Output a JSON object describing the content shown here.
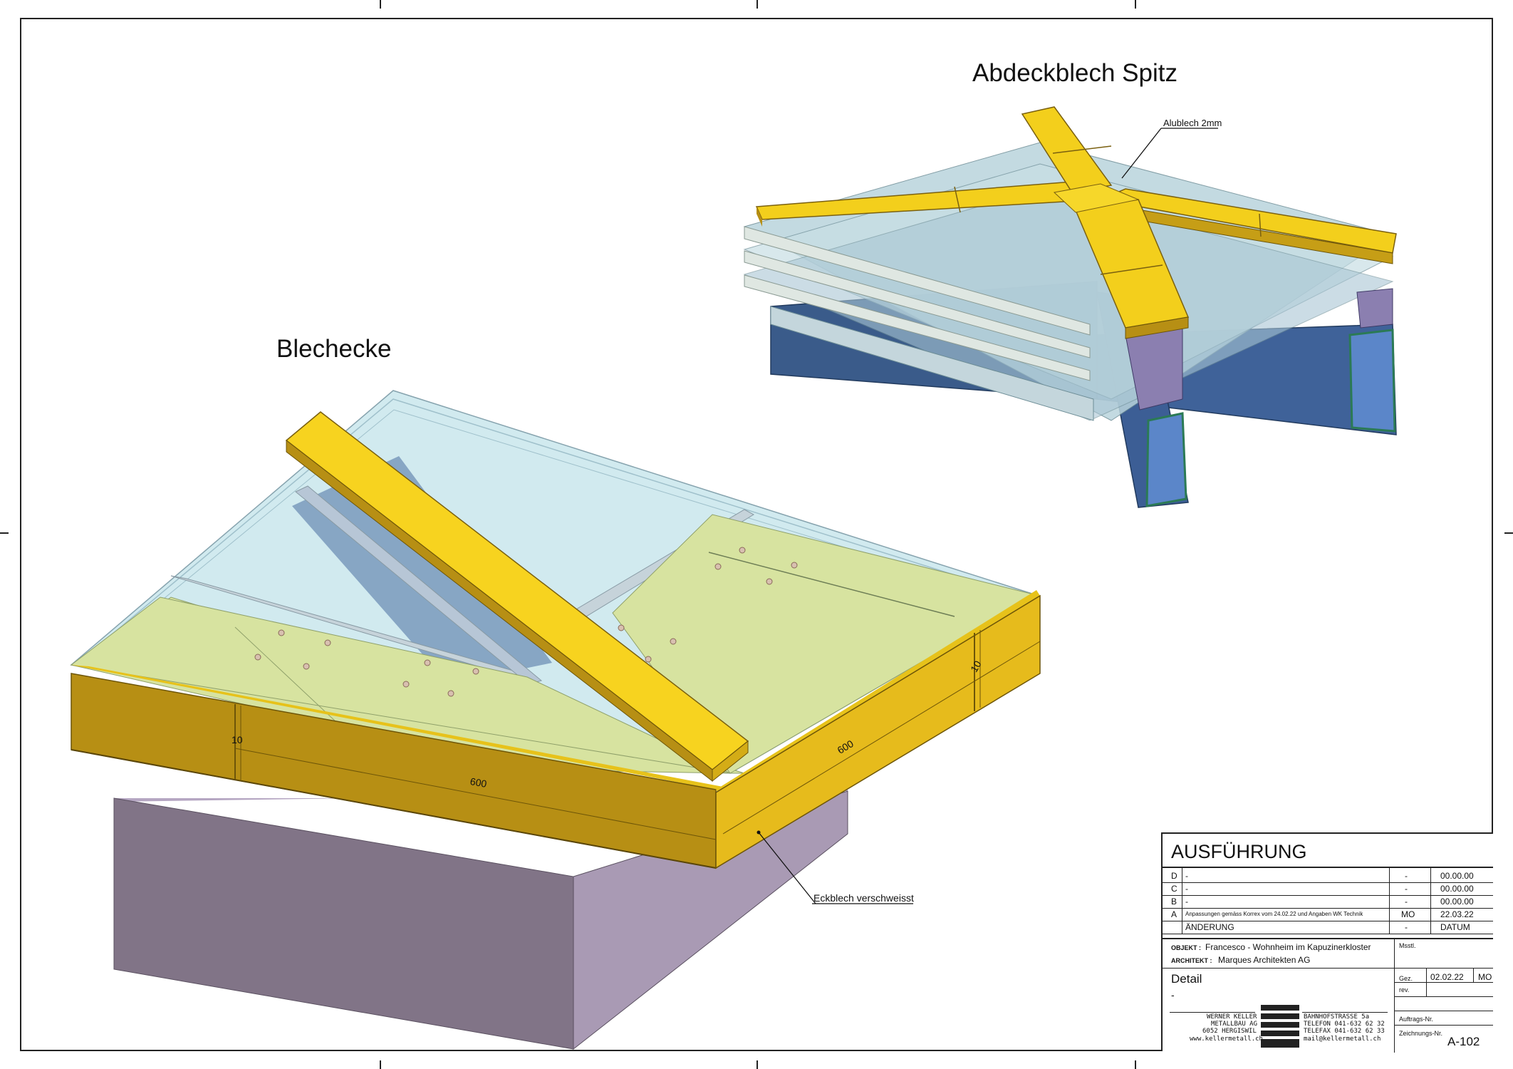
{
  "headings": {
    "blechecke": "Blechecke",
    "abdeckblech": "Abdeckblech Spitz"
  },
  "annotations": {
    "alublech": "Alublech 2mm",
    "eckblech": "Eckblech verschweisst"
  },
  "dimensions": {
    "left_10": "10",
    "left_600": "600",
    "right_600": "600",
    "right_10": "10"
  },
  "title_block": {
    "status": "AUSFÜHRUNG",
    "revisions": [
      {
        "letter": "D",
        "text": "-",
        "by": "-",
        "date": "00.00.00"
      },
      {
        "letter": "C",
        "text": "-",
        "by": "-",
        "date": "00.00.00"
      },
      {
        "letter": "B",
        "text": "-",
        "by": "-",
        "date": "00.00.00"
      },
      {
        "letter": "A",
        "text": "Anpassungen gemäss Korrex vom 24.02.22 und Angaben WK Technik",
        "by": "MO",
        "date": "22.03.22"
      }
    ],
    "rev_header": {
      "label": "ÄNDERUNG",
      "by": "-",
      "date": "DATUM"
    },
    "objekt_label": "OBJEKT :",
    "objekt_value": "Francesco - Wohnheim im Kapuzinerkloster",
    "architekt_label": "ARCHITEKT :",
    "architekt_value": "Marques Architekten AG",
    "msstl_label": "Msstl.",
    "gez_label": "Gez.",
    "gez_date": "02.02.22",
    "gez_by": "MO",
    "rev_label": "rev.",
    "detail_title": "Detail",
    "detail_sub": "-",
    "auftrag_label": "Auftrags-Nr.",
    "zeichnung_label": "Zeichnungs-Nr.",
    "zeichnung_value": "A-102",
    "company": [
      "WERNER KELLER",
      "METALLBAU AG",
      "6052 HERGISWIL",
      "www.kellermetall.ch"
    ],
    "address": [
      "BAHNHOFSTRASSE 5a",
      "TELEFON 041-632 62 32",
      "TELEFAX 041-632 62 33",
      "mail@kellermetall.ch"
    ]
  },
  "colors": {
    "yellow_top": "#f5cf1a",
    "yellow_side": "#b78f14",
    "glass": "#cde8ee",
    "base_block": "#9a8aa6",
    "steel_blue": "#3f5f8f",
    "plate_green": "#d7e3a0"
  }
}
